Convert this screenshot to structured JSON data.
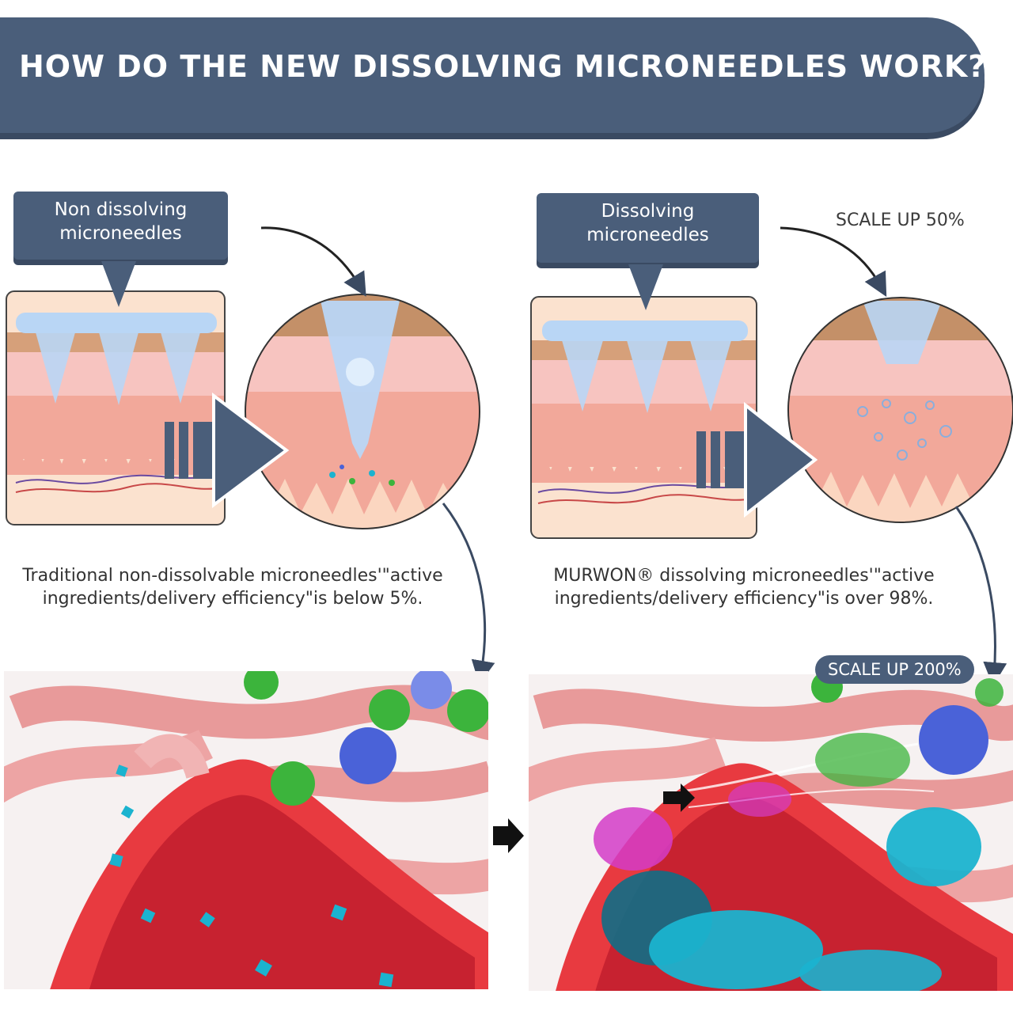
{
  "header": {
    "title": "HOW DO THE NEW DISSOLVING MICRONEEDLES WORK?"
  },
  "left": {
    "callout_line1": "Non dissolving",
    "callout_line2": "microneedles",
    "caption_line1": "Traditional non-dissolvable microneedles'\"active",
    "caption_line2": "ingredients/delivery efficiency\"is below 5%."
  },
  "right": {
    "callout_line1": "Dissolving",
    "callout_line2": "microneedles",
    "scale_small": "SCALE UP 50%",
    "scale_large": "SCALE UP 200%",
    "caption_line1": "MURWON® dissolving microneedles'\"active",
    "caption_line2": "ingredients/delivery efficiency\"is over 98%."
  },
  "colors": {
    "banner": "#4a5e7a",
    "skin": "#f2a89a",
    "blood": "#e8323c",
    "needle": "#b9d6f5",
    "particle_cyan": "#1bb3cf",
    "particle_green": "#3cb43c",
    "particle_blue": "#4a62d8",
    "particle_magenta": "#d43cc8"
  }
}
